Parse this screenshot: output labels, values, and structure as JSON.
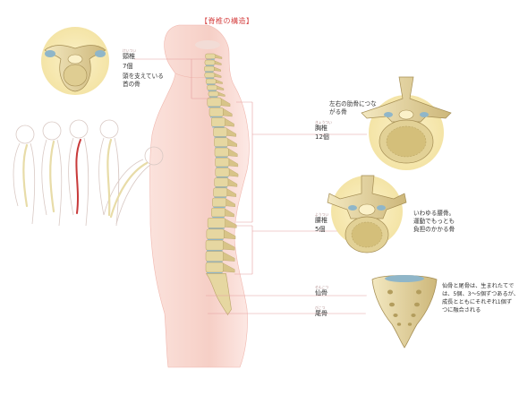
{
  "title": "脊椎の構造",
  "regions": {
    "cervical": {
      "ruby": "けいつい",
      "name": "頸椎",
      "count": "7個",
      "desc": [
        "頭を支えている",
        "首の骨"
      ]
    },
    "thoracic": {
      "ruby": "きょうつい",
      "name": "胸椎",
      "count": "12個",
      "desc": [
        "左右の肋骨につな",
        "がる骨"
      ]
    },
    "lumbar": {
      "ruby": "ようつい",
      "name": "腰椎",
      "count": "5個",
      "desc": [
        "いわゆる腰骨。",
        "運動でもっとも",
        "負担のかかる骨"
      ]
    },
    "sacrum": {
      "ruby": "せんこつ",
      "name": "仙骨"
    },
    "coccyx": {
      "ruby": "びこつ",
      "name": "尾骨",
      "desc": [
        "仙骨と尾骨は、生まれたてで",
        "は、5個、3～5個ずつあるが、",
        "成長とともにそれぞれ1個ず",
        "つに融合される"
      ]
    }
  },
  "colors": {
    "accent": "#d64545",
    "bone": "#e6d7a1",
    "bone_dark": "#b9a46a",
    "skin": "#f6cfc6",
    "disc": "#8fb6c9",
    "leader": "#e6a0a0"
  }
}
